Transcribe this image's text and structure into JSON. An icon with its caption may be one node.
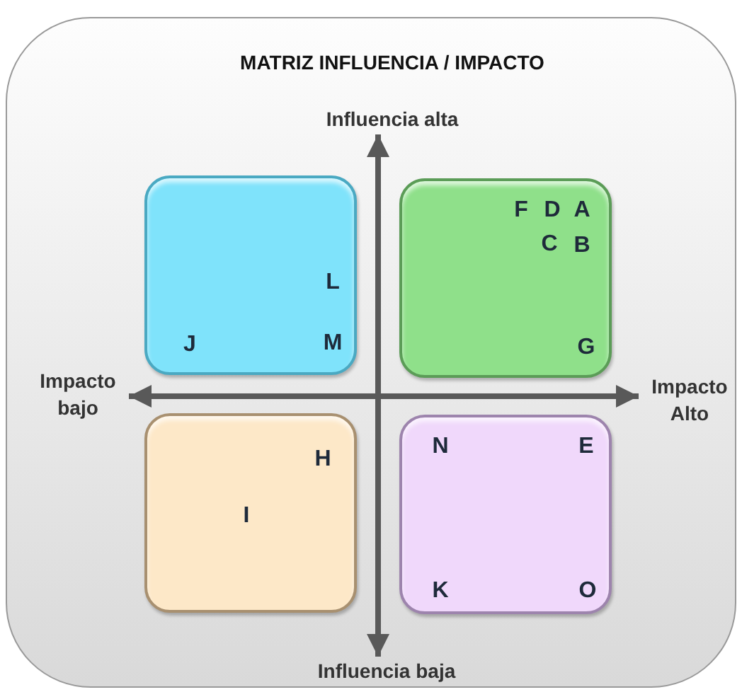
{
  "diagram": {
    "title": "MATRIZ INFLUENCIA / IMPACTO",
    "nodes": [
      {
        "text": [
          "L",
          "J",
          "M"
        ]
      },
      {
        "text": [
          "F",
          "D",
          "A",
          "C",
          "B",
          "G"
        ]
      },
      {
        "text": [
          "H",
          "I"
        ]
      },
      {
        "text": [
          "N",
          "E",
          "K",
          "O"
        ]
      },
      {
        "text": [
          "Influencia alta"
        ]
      },
      {
        "text": [
          "Impacto bajo"
        ]
      },
      {
        "text": [
          "Impacto Alto"
        ]
      },
      {
        "text": [
          "Influencia baja"
        ]
      }
    ],
    "edges": [
      {
        "from": 4,
        "to": 7,
        "arrow": "both"
      },
      {
        "from": 5,
        "to": 6,
        "arrow": "both"
      }
    ]
  }
}
